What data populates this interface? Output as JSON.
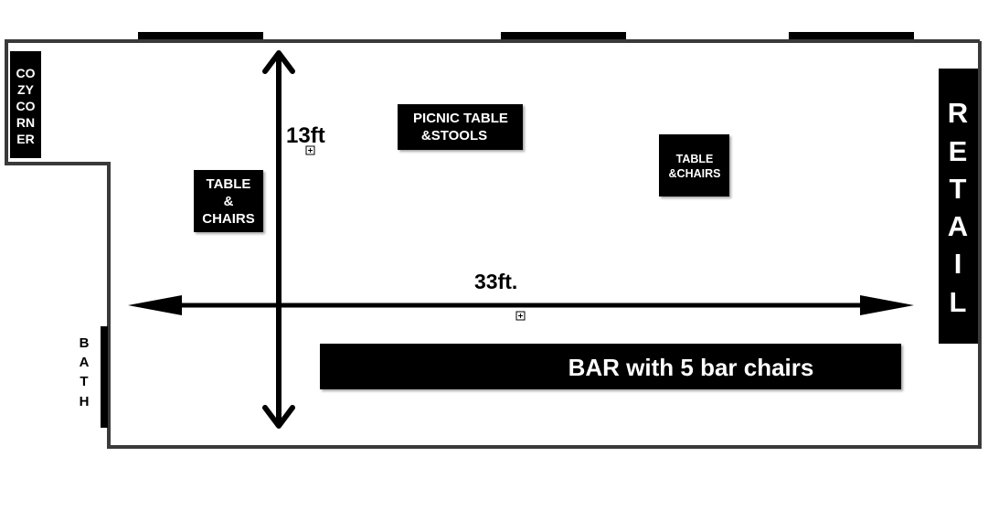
{
  "labels": {
    "cozy_corner": [
      "CO",
      "ZY",
      "CO",
      "RN",
      "ER"
    ],
    "retail": [
      "R",
      "E",
      "T",
      "A",
      "I",
      "L"
    ],
    "bath": [
      "B",
      "A",
      "T",
      "H"
    ],
    "table_chairs_left": [
      "TABLE",
      "&",
      "CHAIRS"
    ],
    "picnic_table": [
      "PICNIC TABLE",
      "&STOOLS"
    ],
    "table_chairs_right": [
      "TABLE",
      "&CHAIRS"
    ],
    "bar": "BAR with 5 bar chairs",
    "height_dimension": "13ft",
    "width_dimension": "33ft."
  },
  "colors": {
    "wall": "#3a3a3a",
    "block": "#000000",
    "block_text": "#ffffff"
  }
}
